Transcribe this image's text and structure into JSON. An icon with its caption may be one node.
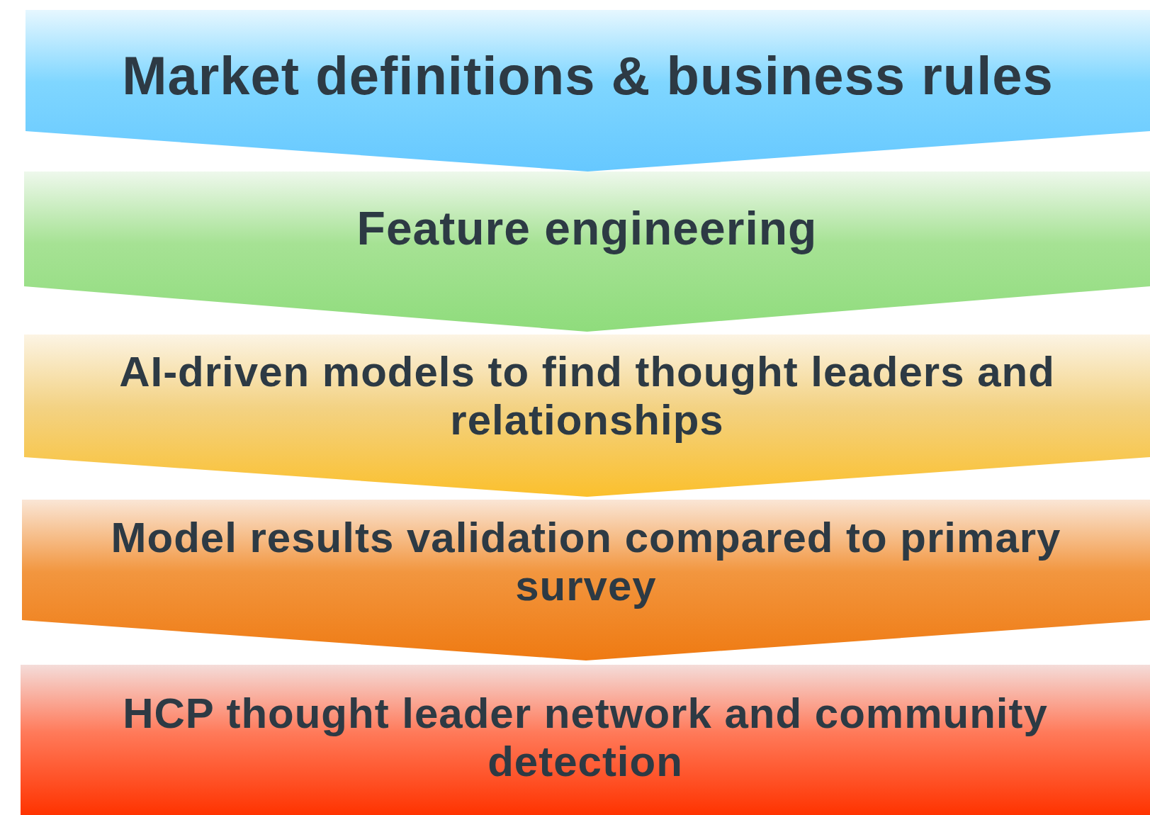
{
  "diagram": {
    "nodes": [
      {
        "text": [
          "Market definitions & business rules"
        ]
      },
      {
        "text": [
          "Feature engineering"
        ]
      },
      {
        "text": [
          "AI-driven models to find thought leaders and relationships"
        ]
      },
      {
        "text": [
          "Model results validation compared to primary survey"
        ]
      },
      {
        "text": [
          "HCP thought leader network and community detection"
        ]
      }
    ]
  }
}
